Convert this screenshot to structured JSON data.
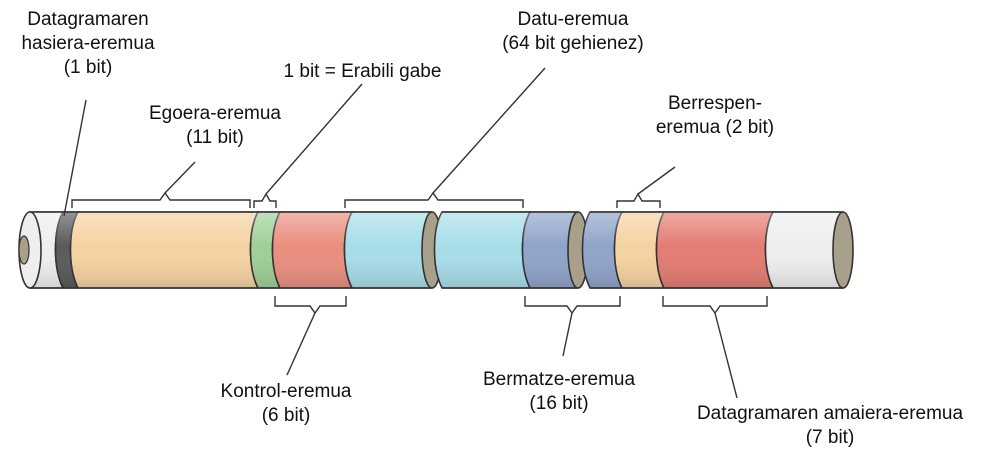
{
  "labels": {
    "start": {
      "line1": "Datagramaren",
      "line2": "hasiera-eremua",
      "line3": "(1 bit)"
    },
    "unused": {
      "line1": "1 bit = Erabili gabe"
    },
    "status": {
      "line1": "Egoera-eremua",
      "line2": "(11 bit)"
    },
    "data": {
      "line1": "Datu-eremua",
      "line2": "(64 bit gehienez)"
    },
    "ack": {
      "line1": "Berrespen-",
      "line2": "eremua (2 bit)"
    },
    "control": {
      "line1": "Kontrol-eremua",
      "line2": "(6 bit)"
    },
    "crc": {
      "line1": "Bermatze-eremua",
      "line2": "(16 bit)"
    },
    "end": {
      "line1": "Datagramaren amaiera-eremua",
      "line2": "(7 bit)"
    }
  },
  "colors": {
    "white_segment": "#eeeeee",
    "start_segment": "#5a5a5a",
    "status_segment": "#f5d2a2",
    "unused_segment": "#9fcf96",
    "control_segment": "#ea8e7e",
    "data_segment": "#a7dde8",
    "crc_segment": "#8fa4c9",
    "ack_segment": "#f5d2a2",
    "end_segment": "#e47c72",
    "cap_inner": "#a8a08a",
    "outline": "#333333"
  }
}
